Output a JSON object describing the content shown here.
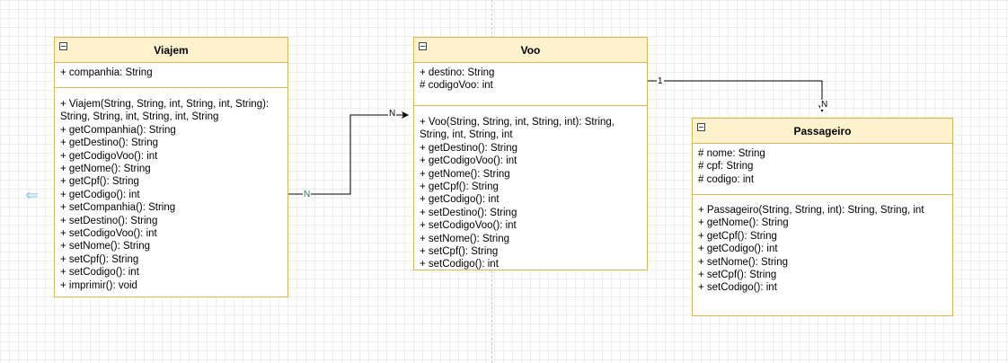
{
  "classes": {
    "viajem": {
      "name": "Viajem",
      "attributes": [
        "+ companhia: String"
      ],
      "constructor": "+ Viajem(String, String, int, String, int, String): String, String, int, String, int, String",
      "methods": [
        "+ getCompanhia(): String",
        "+ getDestino(): String",
        "+ getCodigoVoo(): int",
        "+ getNome(): String",
        "+ getCpf(): String",
        "+ getCodigo(): int",
        "+ setCompanhia(): String",
        "+ setDestino(): String",
        "+ setCodigoVoo(): int",
        "+ setNome(): String",
        "+ setCpf(): String",
        "+ setCodigo(): int",
        "+ imprimir(): void"
      ]
    },
    "voo": {
      "name": "Voo",
      "attributes": [
        "+ destino: String",
        "# codigoVoo: int"
      ],
      "constructor": "+ Voo(String, String, int, String, int): String, String, int, String, int",
      "methods": [
        "+ getDestino(): String",
        "+ getCodigoVoo(): int",
        "+ getNome(): String",
        "+ getCpf(): String",
        "+ getCodigo(): int",
        "+ setDestino(): String",
        "+ setCodigoVoo(): int",
        "+ setNome(): String",
        "+ setCpf(): String",
        "+ setCodigo(): int"
      ]
    },
    "passageiro": {
      "name": "Passageiro",
      "attributes": [
        "# nome: String",
        "# cpf: String",
        "# codigo: int"
      ],
      "constructor": "+ Passageiro(String, String, int): String, String, int",
      "methods": [
        "+ getNome(): String",
        "+ getCpf(): String",
        "+ getCodigo(): int",
        "+ setNome(): String",
        "+ setCpf(): String",
        "+ setCodigo(): int"
      ]
    }
  },
  "edges": {
    "viajem_voo": {
      "source_label": "N",
      "target_label": "N"
    },
    "voo_passageiro": {
      "source_label": "1",
      "target_label": "N"
    }
  },
  "colors": {
    "header_fill": "#fff2cc",
    "border": "#d6b656",
    "edge": "#000000",
    "edge_label_start": "#1a7f4f"
  }
}
